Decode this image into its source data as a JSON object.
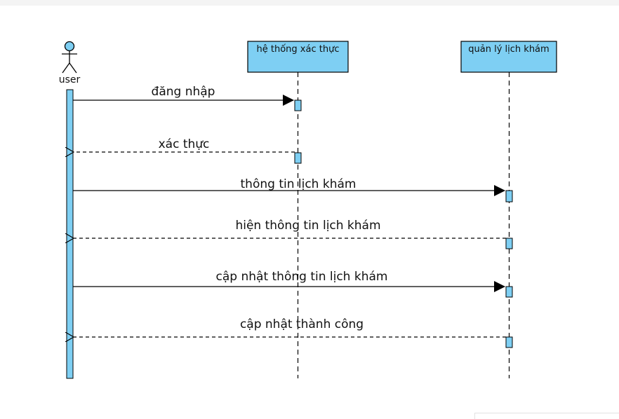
{
  "diagram": {
    "actor": {
      "label": "user"
    },
    "lifelines": [
      {
        "id": "auth",
        "label": "hệ thống xác thực"
      },
      {
        "id": "schedule",
        "label": "quản lý lịch khám"
      }
    ],
    "messages": [
      {
        "label": "đăng nhập",
        "type": "sync"
      },
      {
        "label": "xác thực",
        "type": "return"
      },
      {
        "label": "thông tin lịch khám",
        "type": "sync"
      },
      {
        "label": "hiện thông tin lịch khám",
        "type": "return"
      },
      {
        "label": "cập nhật thông tin lịch khám",
        "type": "sync"
      },
      {
        "label": "cập nhật thành công",
        "type": "return"
      }
    ],
    "colors": {
      "box_fill": "#7ecff3",
      "line": "#000000"
    }
  }
}
